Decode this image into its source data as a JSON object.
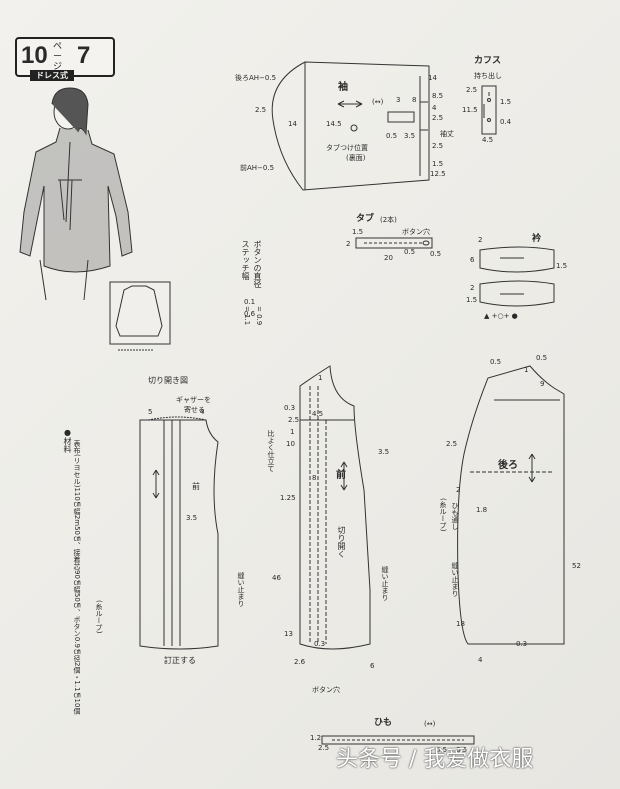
{
  "header": {
    "number": "10",
    "kanji": "ページ",
    "page": "7",
    "style": "ドレス式"
  },
  "sleeve": {
    "title": "袖",
    "labels": {
      "back_ah": "後ろAH−0.5",
      "front_ah": "前AH−0.5",
      "tab_pos": "タブつけ位置",
      "tab_pos_sub": "(裏面)",
      "cuff_note": "袖丈"
    },
    "nums": [
      "14",
      "8.5",
      "4",
      "2.5",
      "14",
      "14.5",
      "2.5",
      "2.5",
      "3",
      "8",
      "0.5",
      "3.5",
      "1.5",
      "12.5",
      "(↔)"
    ]
  },
  "cuff": {
    "title": "カフス",
    "sub": "持ち出し",
    "nums": [
      "2.5",
      "1.5",
      "11.5",
      "0.4",
      "4.5"
    ]
  },
  "tab": {
    "title": "タブ",
    "count": "(2本)",
    "buttonhole": "ボタン穴",
    "nums": [
      "1.5",
      "2",
      "20",
      "0.5",
      "0.5"
    ]
  },
  "collar": {
    "title": "衿",
    "nums": [
      "2",
      "6",
      "1.5",
      "2",
      "1.5"
    ],
    "marks": "▲ +○+ ●"
  },
  "button_note": [
    "ボタンの直径",
    "ステッチ幅",
    "= 0.9",
    "= 1.1"
  ],
  "button_note_nums": [
    "0.1",
    "0.6"
  ],
  "cut_diagram": {
    "title": "切り開き図",
    "gather_1": "ギャザーを",
    "gather_2": "寄せる",
    "front": "前",
    "stop": "縫い止まり",
    "correct": "訂正する",
    "nums": [
      "5",
      "4",
      "3.5"
    ]
  },
  "front": {
    "title": "前",
    "cut_open": "切り開く",
    "stop": "縫い止まり",
    "side_note": "比よく仕立て",
    "nums": [
      "1",
      "4.5",
      "0.3",
      "2.5",
      "1",
      "10",
      "3.5",
      "8",
      "1.25",
      "46",
      "13",
      "0.3",
      "2.6",
      "6"
    ]
  },
  "back": {
    "title": "後ろ",
    "loop": "ひも通し",
    "loop_sub": "(糸ループ)",
    "stop": "縫い止まり",
    "nums": [
      "0.5",
      "0.5",
      "1",
      "9",
      "2.5",
      "2",
      "1.8",
      "52",
      "18",
      "0.3",
      "4"
    ]
  },
  "buttonhole_note": "ボタン穴",
  "string": {
    "title": "ひも",
    "arrow": "(↔)",
    "nums": [
      "1.2",
      "2.5",
      "0.5",
      "0.5"
    ]
  },
  "materials": {
    "heading": "●材料",
    "lines": [
      "表布(リヨセル)110㎝幅2m50㎝、接着芯90㎝幅50㎝、ボタン0.9㎝径2個・1.1㎝10個",
      "(糸ループ)"
    ]
  },
  "watermark": "头条号 / 我爱做衣服"
}
